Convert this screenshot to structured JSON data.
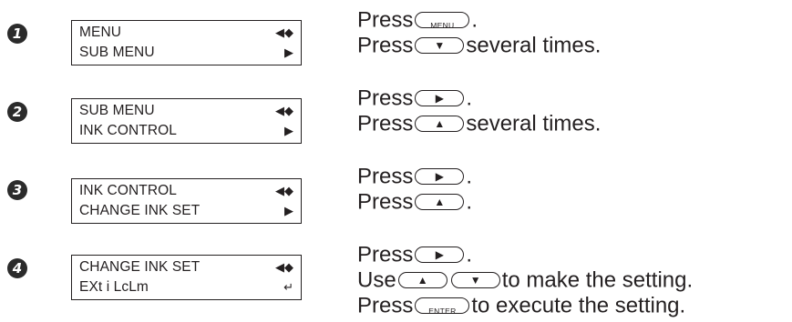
{
  "steps": [
    {
      "number": "1",
      "lcd": {
        "line1": "MENU",
        "line2": "SUB MENU",
        "ind1": "◀◆",
        "ind2": "▶"
      },
      "lines": [
        {
          "parts": [
            {
              "t": "text",
              "v": "Press"
            },
            {
              "t": "key",
              "label": "MENU"
            },
            {
              "t": "text",
              "v": "."
            }
          ]
        },
        {
          "parts": [
            {
              "t": "text",
              "v": "Press"
            },
            {
              "t": "key",
              "glyph": "▼"
            },
            {
              "t": "text",
              "v": "several times."
            }
          ]
        }
      ]
    },
    {
      "number": "2",
      "lcd": {
        "line1": "SUB MENU",
        "line2": "INK CONTROL",
        "ind1": "◀◆",
        "ind2": "▶"
      },
      "lines": [
        {
          "parts": [
            {
              "t": "text",
              "v": "Press"
            },
            {
              "t": "key",
              "glyph": "▶"
            },
            {
              "t": "text",
              "v": "."
            }
          ]
        },
        {
          "parts": [
            {
              "t": "text",
              "v": "Press"
            },
            {
              "t": "key",
              "glyph": "▲"
            },
            {
              "t": "text",
              "v": "several times."
            }
          ]
        }
      ]
    },
    {
      "number": "3",
      "lcd": {
        "line1": "INK CONTROL",
        "line2": "CHANGE INK SET",
        "ind1": "◀◆",
        "ind2": "▶"
      },
      "lines": [
        {
          "parts": [
            {
              "t": "text",
              "v": "Press"
            },
            {
              "t": "key",
              "glyph": "▶"
            },
            {
              "t": "text",
              "v": "."
            }
          ]
        },
        {
          "parts": [
            {
              "t": "text",
              "v": "Press"
            },
            {
              "t": "key",
              "glyph": "▲"
            },
            {
              "t": "text",
              "v": "."
            }
          ]
        }
      ]
    },
    {
      "number": "4",
      "lcd": {
        "line1": "CHANGE INK SET",
        "line2": "EXt i LcLm",
        "ind1": "◀◆",
        "ind2": "↵"
      },
      "lines": [
        {
          "parts": [
            {
              "t": "text",
              "v": "Press"
            },
            {
              "t": "key",
              "glyph": "▶"
            },
            {
              "t": "text",
              "v": "."
            }
          ]
        },
        {
          "parts": [
            {
              "t": "text",
              "v": "Use"
            },
            {
              "t": "key",
              "glyph": "▲"
            },
            {
              "t": "key",
              "glyph": "▼"
            },
            {
              "t": "text",
              "v": "to make the setting."
            }
          ]
        },
        {
          "parts": [
            {
              "t": "text",
              "v": "Press"
            },
            {
              "t": "key",
              "label": "ENTER"
            },
            {
              "t": "text",
              "v": "to execute the setting."
            }
          ]
        }
      ]
    }
  ]
}
